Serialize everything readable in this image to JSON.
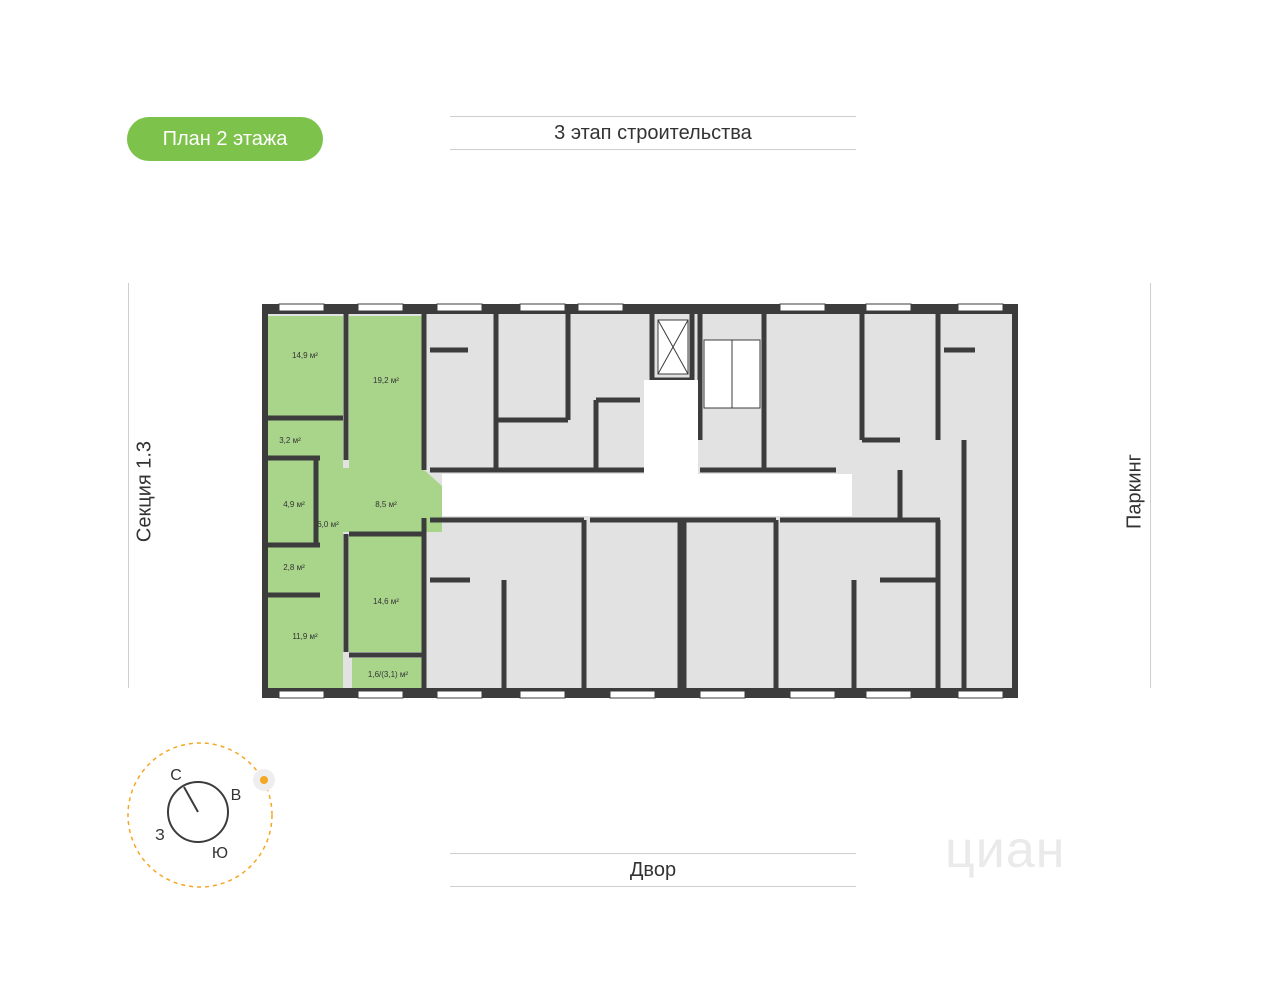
{
  "header": {
    "floor_badge": "План 2 этажа",
    "stage_label": "3 этап строительства"
  },
  "sides": {
    "left": "Секция 1.3",
    "right": "Паркинг",
    "bottom": "Двор"
  },
  "apartment": {
    "highlight_color": "#a9d58b",
    "rooms": [
      "14,9 м²",
      "19,2 м²",
      "3,2 м²",
      "4,9 м²",
      "8,5 м²",
      "6,0 м²",
      "2,8 м²",
      "14,6 м²",
      "11,9 м²",
      "1,6/(3,1) м²"
    ]
  },
  "compass": {
    "north": "С",
    "east": "В",
    "south": "Ю",
    "west": "З",
    "sun_icon": "sun-icon"
  },
  "watermark": "циан",
  "colors": {
    "accent": "#7dc24a",
    "wall": "#3c3c3c",
    "floor": "#e2e2e2",
    "corridor": "#ffffff",
    "sun_path": "#f5a623"
  }
}
